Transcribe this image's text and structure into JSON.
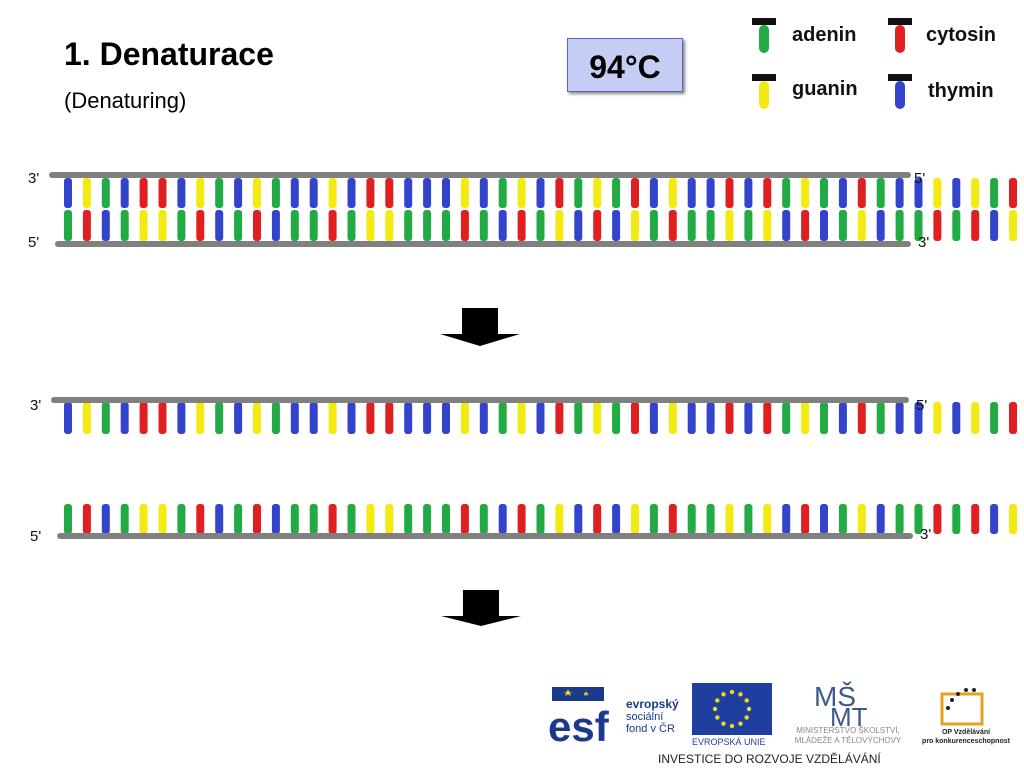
{
  "slide": {
    "title": "1. Denaturace",
    "subtitle": "(Denaturing)",
    "temperature": "94°C"
  },
  "legend": [
    {
      "name": "adenin",
      "color": "#22aa44"
    },
    {
      "name": "cytosin",
      "color": "#e02020"
    },
    {
      "name": "guanin",
      "color": "#f2ea10"
    },
    {
      "name": "thymin",
      "color": "#3344cc"
    }
  ],
  "colors": {
    "backbone": "#808080",
    "A": "#22aa44",
    "C": "#e02020",
    "G": "#f2ea10",
    "T": "#3344cc",
    "box_fill": "#c5cdf5"
  },
  "strands": {
    "top_sequence": "TGATCCTGATGATTGTCCTTTGTAGTCAGACTGTTCTCAGATCATTGTGAC",
    "end_labels": {
      "three": "3'",
      "five": "5'"
    }
  },
  "footer": {
    "esf_line1": "evropský",
    "esf_line2": "sociální",
    "esf_line3": "fond v ČR",
    "eu_label": "EVROPSKÁ UNIE",
    "msmt_line1": "MINISTERSTVO ŠKOLSTVÍ,",
    "msmt_line2": "MLÁDEŽE A TĚLOVÝCHOVY",
    "op_line1": "OP Vzdělávání",
    "op_line2": "pro konkurenceschopnost",
    "investice": "INVESTICE DO ROZVOJE VZDĚLÁVÁNÍ"
  }
}
